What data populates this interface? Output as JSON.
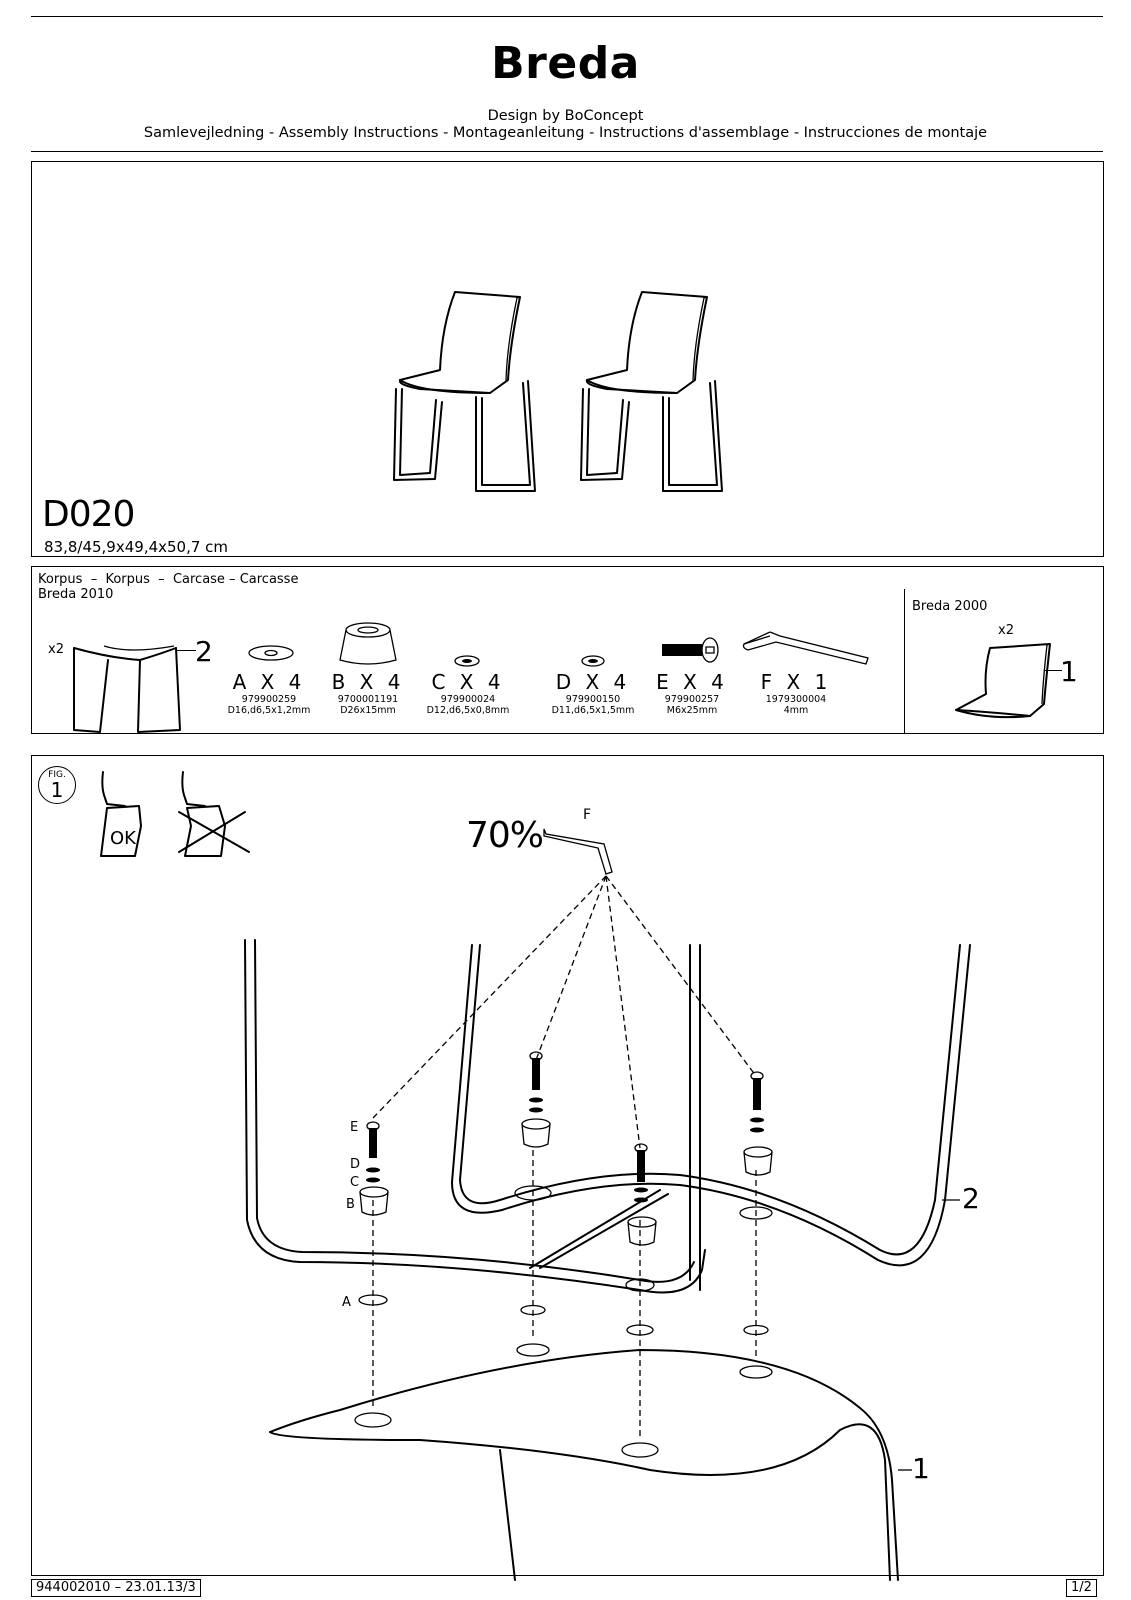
{
  "header": {
    "title": "Breda",
    "designer": "Design by BoConcept",
    "languages": "Samlevejledning - Assembly Instructions - Montageanleitung - Instructions d'assemblage - Instrucciones de montaje"
  },
  "product": {
    "model": "D020",
    "dimensions": "83,8/45,9x49,4x50,7 cm"
  },
  "parts": {
    "carcase_heading": "Korpus  –  Korpus  –  Carcase – Carcasse",
    "carcase_name": "Breda 2010",
    "carcase_qty": "x2",
    "carcase_callout": "2",
    "shell_name": "Breda 2000",
    "shell_qty": "x2",
    "shell_callout": "1",
    "items": [
      {
        "label": "A X 4",
        "code": "979900259",
        "spec": "D16,d6,5x1,2mm"
      },
      {
        "label": "B X 4",
        "code": "9700001191",
        "spec": "D26x15mm"
      },
      {
        "label": "C X 4",
        "code": "979900024",
        "spec": "D12,d6,5x0,8mm"
      },
      {
        "label": "D X 4",
        "code": "979900150",
        "spec": "D11,d6,5x1,5mm"
      },
      {
        "label": "E X 4",
        "code": "979900257",
        "spec": "M6x25mm"
      },
      {
        "label": "F X 1",
        "code": "1979300004",
        "spec": "4mm"
      }
    ]
  },
  "figure": {
    "fig_label": "FIG.",
    "fig_number": "1",
    "ok_label": "OK",
    "torque": "70%",
    "tool_label": "F",
    "part_labels": {
      "E": "E",
      "D": "D",
      "C": "C",
      "B": "B",
      "A": "A"
    },
    "frame_callout": "2",
    "shell_callout": "1"
  },
  "footer": {
    "doc_ref": "944002010 – 23.01.13/3",
    "page": "1/2"
  }
}
